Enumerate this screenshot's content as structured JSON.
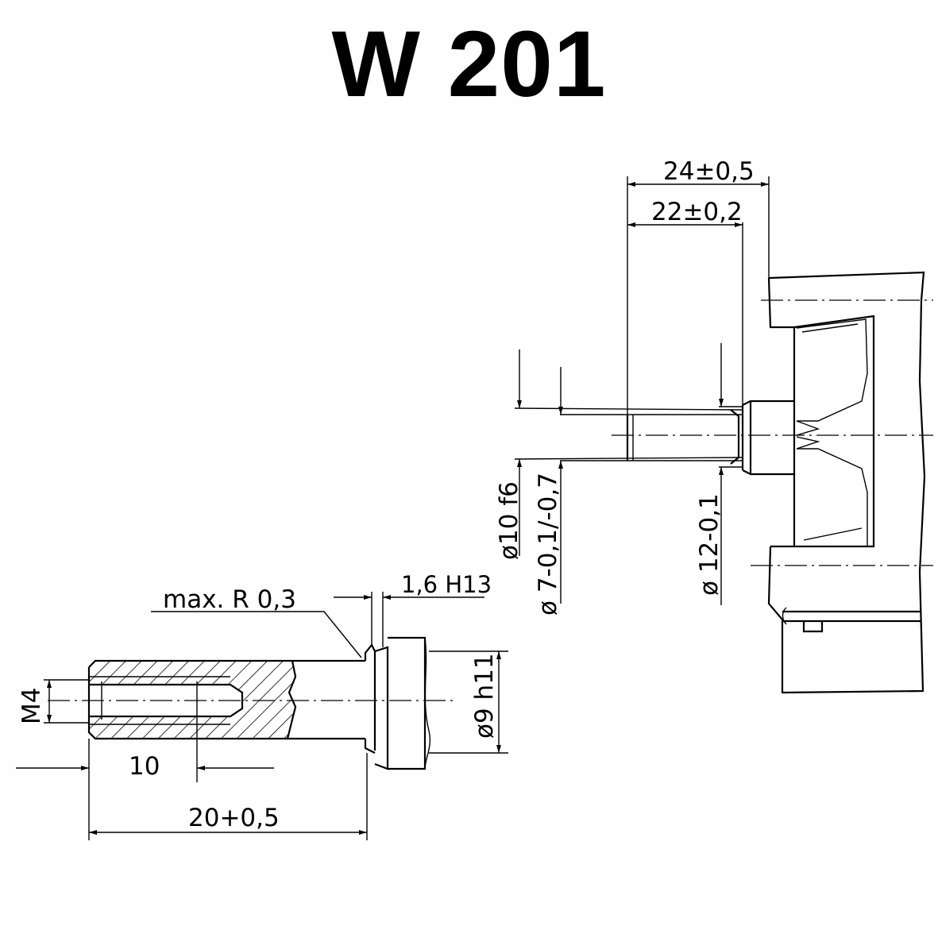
{
  "title": "W 201",
  "dimensions": {
    "d_24": "24±0,5",
    "d_22": "22±0,2",
    "d_10f6": "ø10 f6",
    "d_7": "ø 7-0,1/-0,7",
    "d_12": "ø 12-0,1",
    "d_r03": "max. R 0,3",
    "d_16h13": "1,6 H13",
    "d_m4": "M4",
    "d_9h11": "ø9 h11",
    "d_10": "10",
    "d_20": "20+0,5"
  }
}
